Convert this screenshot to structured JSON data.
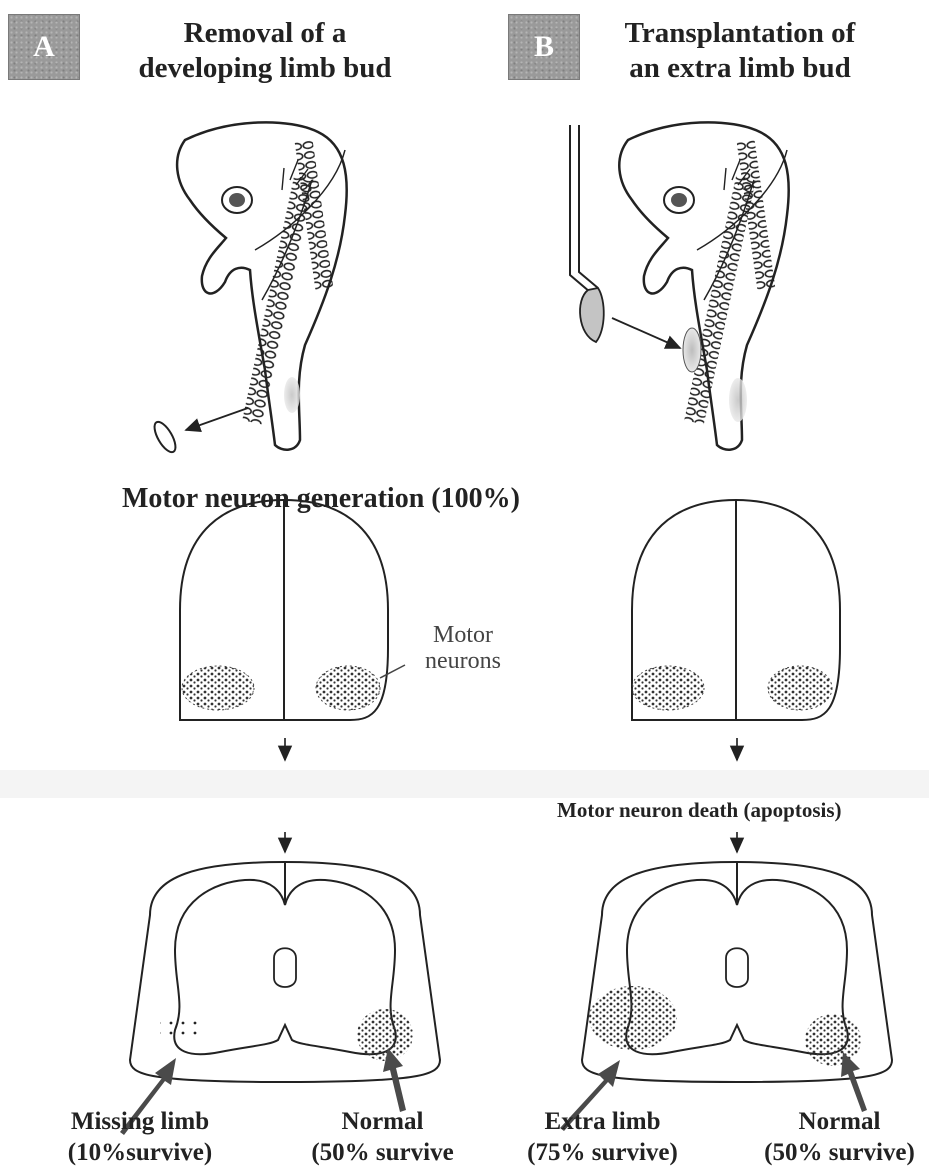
{
  "panel_a": {
    "badge": "A",
    "title_line1": "Removal of a",
    "title_line2": "developing limb bud"
  },
  "panel_b": {
    "badge": "B",
    "title_line1": "Transplantation of",
    "title_line2": "an extra limb bud"
  },
  "generation_label": "Motor neuron generation (100%)",
  "motor_neurons_label_line1": "Motor",
  "motor_neurons_label_line2": "neurons",
  "death_label": "Motor neuron death (apoptosis)",
  "outcomes": {
    "a_left_line1": "Missing limb",
    "a_left_line2": "(10%survive)",
    "a_right_line1": "Normal",
    "a_right_line2": "(50% survive",
    "b_left_line1": "Extra limb",
    "b_left_line2": "(75% survive)",
    "b_right_line1": "Normal",
    "b_right_line2": "(50% survive)"
  },
  "colors": {
    "arrow_fill": "#4a4a4a",
    "cluster_fill": "#555555",
    "badge_fill": "#9a9a9a"
  }
}
